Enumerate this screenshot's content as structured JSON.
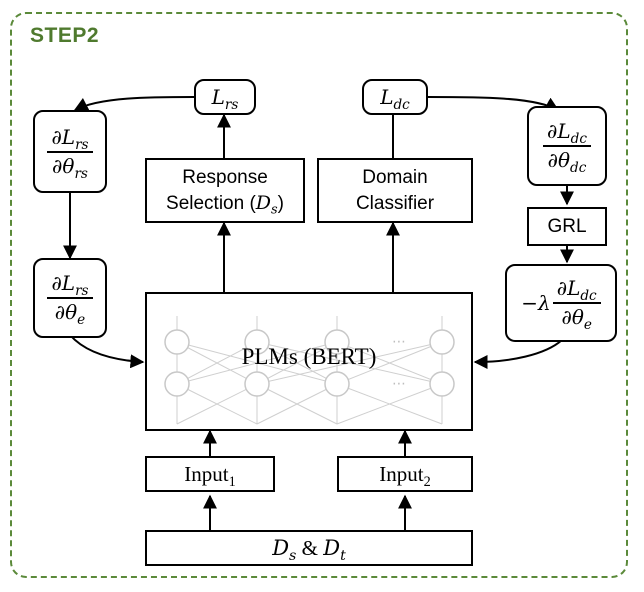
{
  "step_label": "STEP2",
  "loss_rs": {
    "base": "L",
    "sub": "rs"
  },
  "loss_dc": {
    "base": "L",
    "sub": "dc"
  },
  "grad_rs_rs": {
    "num_base": "∂L",
    "num_sub": "rs",
    "den_base": "∂θ",
    "den_sub": "rs"
  },
  "grad_rs_e": {
    "num_base": "∂L",
    "num_sub": "rs",
    "den_base": "∂θ",
    "den_sub": "e"
  },
  "grad_dc_dc": {
    "num_base": "∂L",
    "num_sub": "dc",
    "den_base": "∂θ",
    "den_sub": "dc"
  },
  "grad_dc_e": {
    "prefix": "−λ",
    "num_base": "∂L",
    "num_sub": "dc",
    "den_base": "∂θ",
    "den_sub": "e"
  },
  "grl": "GRL",
  "response_selection": {
    "line1": "Response",
    "line2": "Selection (",
    "var_base": "D",
    "var_sub": "s",
    "close": ")"
  },
  "domain_classifier": {
    "line1": "Domain",
    "line2": "Classifier"
  },
  "plm": "PLMs (BERT)",
  "input1": {
    "base": "Input",
    "sub": "1"
  },
  "input2": {
    "base": "Input",
    "sub": "2"
  },
  "datasets": {
    "a_base": "D",
    "a_sub": "s",
    "amp": " & ",
    "b_base": "D",
    "b_sub": "t"
  },
  "nn_dots": "⋯"
}
